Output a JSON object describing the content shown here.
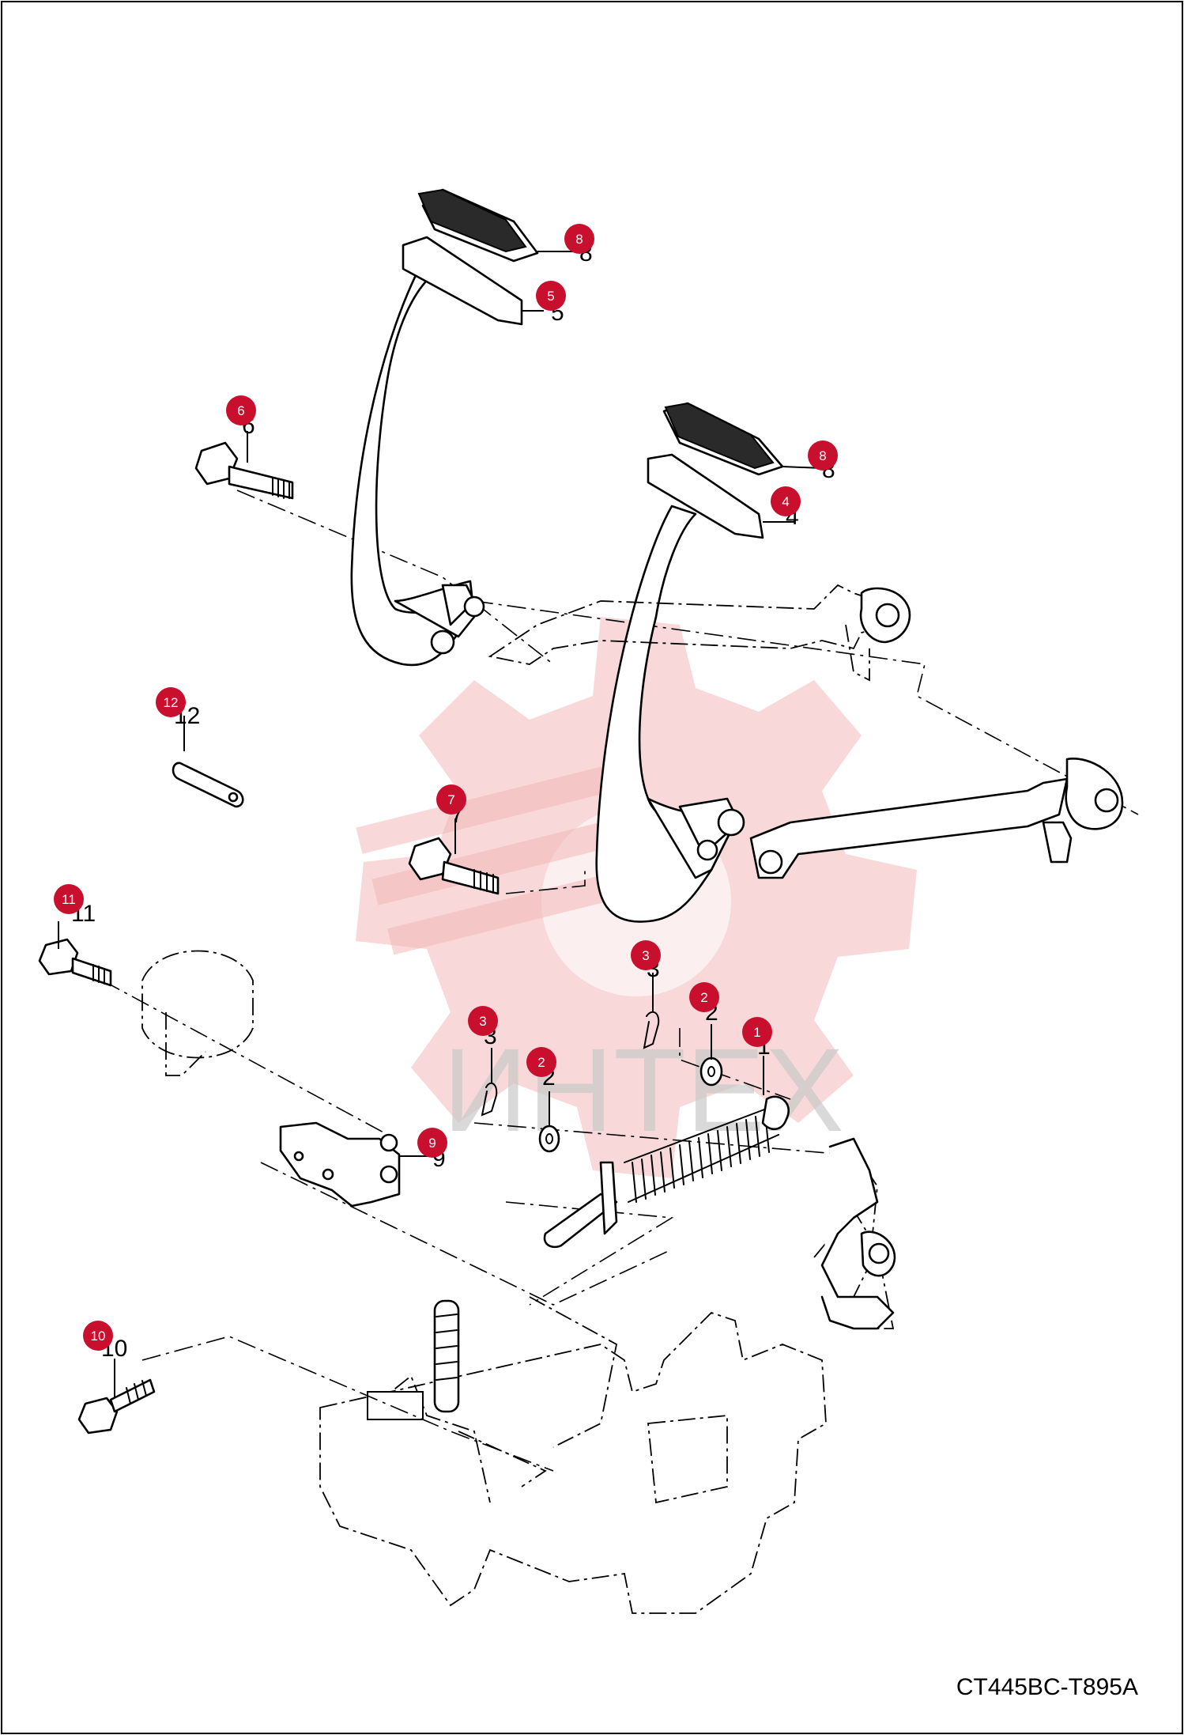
{
  "drawing_code": "CT445BC-T895A",
  "watermark_text": "ИНТЕХ",
  "callouts": [
    {
      "id": "c8a",
      "label": "8",
      "stub": "8"
    },
    {
      "id": "c5",
      "label": "5",
      "stub": "5"
    },
    {
      "id": "c6",
      "label": "6",
      "stub": "6"
    },
    {
      "id": "c8b",
      "label": "8",
      "stub": "8"
    },
    {
      "id": "c4",
      "label": "4",
      "stub": "4"
    },
    {
      "id": "c12",
      "label": "12",
      "stub": "12"
    },
    {
      "id": "c7",
      "label": "7",
      "stub": "7"
    },
    {
      "id": "c11",
      "label": "11",
      "stub": "11"
    },
    {
      "id": "c3a",
      "label": "3",
      "stub": "3"
    },
    {
      "id": "c2a",
      "label": "2",
      "stub": "2"
    },
    {
      "id": "c1",
      "label": "1",
      "stub": "1"
    },
    {
      "id": "c3b",
      "label": "3",
      "stub": "3"
    },
    {
      "id": "c2b",
      "label": "2",
      "stub": "2"
    },
    {
      "id": "c9",
      "label": "9",
      "stub": "9"
    },
    {
      "id": "c10",
      "label": "10",
      "stub": "10"
    }
  ],
  "colors": {
    "callout": "#c8102e",
    "watermark": "#f3b8b8"
  }
}
